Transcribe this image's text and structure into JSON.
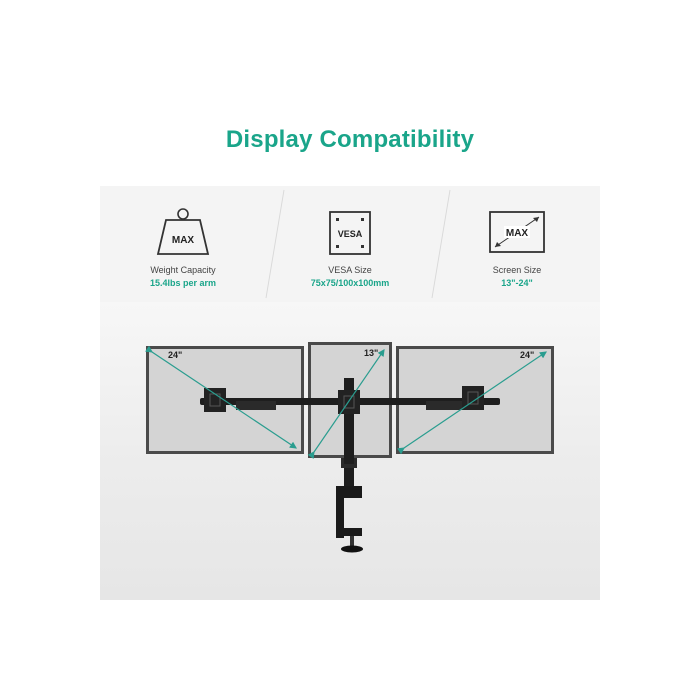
{
  "title": "Display Compatibility",
  "features": [
    {
      "icon": "weight-max-icon",
      "icon_text": "MAX",
      "label": "Weight Capacity",
      "value": "15.4lbs per arm"
    },
    {
      "icon": "vesa-icon",
      "icon_text": "VESA",
      "label": "VESA Size",
      "value": "75x75/100x100mm"
    },
    {
      "icon": "screen-max-icon",
      "icon_text": "MAX",
      "label": "Screen Size",
      "value": "13\"-24\""
    }
  ],
  "monitors": {
    "left_size": "24\"",
    "center_size": "13\"",
    "right_size": "24\""
  },
  "colors": {
    "accent": "#1aa58a",
    "diagonal": "#2a9d8f",
    "screen": "#d4d4d4",
    "bezel": "#4a4a4a"
  }
}
